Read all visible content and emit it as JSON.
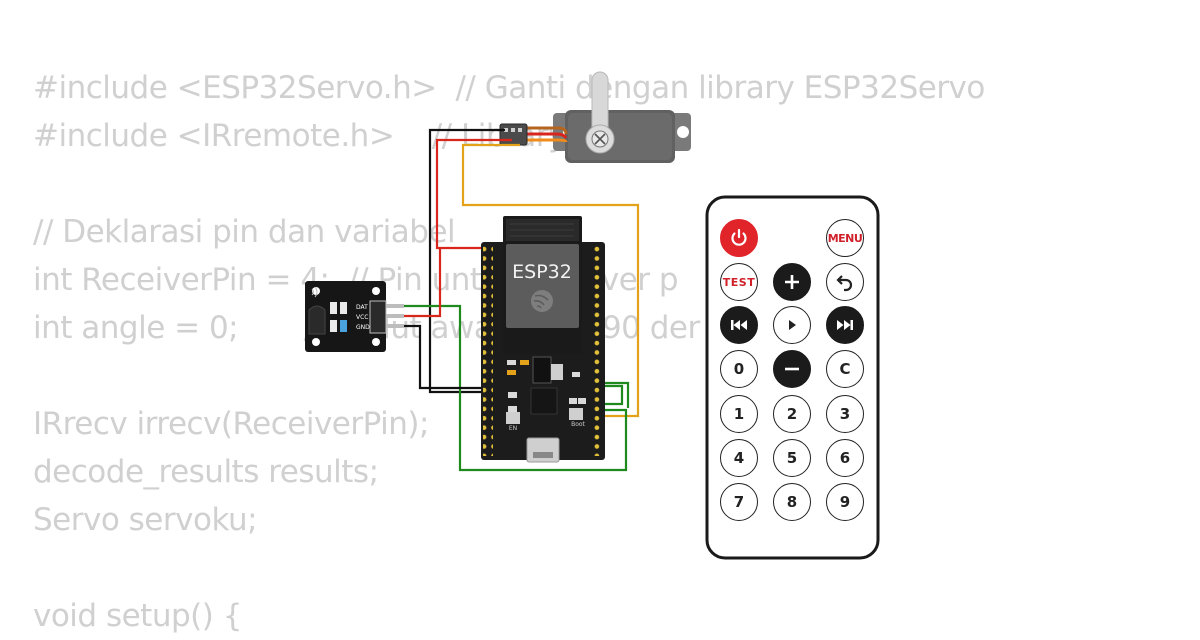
{
  "code_lines": [
    "#include <ESP32Servo.h>  // Ganti dengan library ESP32Servo",
    "#include <IRremote.h>    // Library",
    "",
    "// Deklarasi pin dan variabel",
    "int ReceiverPin = 4;  // Pin untuk receiver p",
    "int angle = 0;       // Sudut awal servo 90 der",
    "",
    "IRrecv irrecv(ReceiverPin);",
    "decode_results results;",
    "Servo servoku;",
    "",
    "void setup() {"
  ],
  "esp32": {
    "label": "ESP32",
    "boot_label": "Boot",
    "en_label": "EN"
  },
  "ir_receiver": {
    "pins": [
      "DAT",
      "VCC",
      "GND"
    ]
  },
  "remote": {
    "power": "power-icon",
    "menu": "MENU",
    "test": "TEST",
    "plus": "plus-icon",
    "back": "back-icon",
    "prev": "prev-icon",
    "play": "play-icon",
    "next": "next-icon",
    "zero": "0",
    "minus": "minus-icon",
    "c": "C",
    "digits": [
      "1",
      "2",
      "3",
      "4",
      "5",
      "6",
      "7",
      "8",
      "9"
    ]
  },
  "colors": {
    "code_text": "#d0d0d0",
    "board": "#1c1c1c",
    "wire_black": "#111111",
    "wire_red": "#d9261c",
    "wire_green": "#1e8a1e",
    "wire_yellow": "#e3a21a",
    "servo_body": "#5f5f5f",
    "remote_power": "#e0242a"
  }
}
